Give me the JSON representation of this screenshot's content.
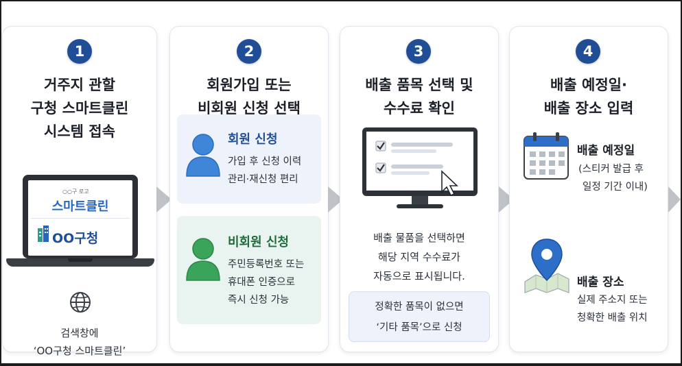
{
  "steps": [
    {
      "number": "1",
      "title": [
        "거주지 관할",
        "구청 스마트클린",
        "시스템 접속"
      ],
      "laptop": {
        "small_logo": "○○구 로고",
        "app_name": "스마트클린",
        "office_name": "OO구청"
      },
      "caption": [
        "검색창에",
        "‘OO구청 스마트클린’"
      ]
    },
    {
      "number": "2",
      "title": [
        "회원가입 또는",
        "비회원 신청 선택"
      ],
      "member": {
        "heading": "회원 신청",
        "lines": [
          "가입 후 신청 이력",
          "관리·재신청 편리"
        ]
      },
      "guest": {
        "heading": "비회원 신청",
        "lines": [
          "주민등록번호 또는",
          "휴대폰 인증으로",
          "즉시 신청 가능"
        ]
      }
    },
    {
      "number": "3",
      "title": [
        "배출 품목 선택 및",
        "수수료 확인"
      ],
      "description": [
        "배출 물품을 선택하면",
        "해당 지역 수수료가",
        "자동으로 표시됩니다."
      ],
      "note": [
        "정확한 품목이 없으면",
        "‘기타 품목’으로 신청"
      ]
    },
    {
      "number": "4",
      "title": [
        "배출 예정일·",
        "배출 장소 입력"
      ],
      "date": {
        "heading": "배출 예정일",
        "lines": [
          "(스티커 발급 후",
          "일정 기간 이내)"
        ]
      },
      "place": {
        "heading": "배출 장소",
        "lines": [
          "실제 주소지 또는",
          "청확한 배출 위치"
        ]
      }
    }
  ],
  "colors": {
    "badge": "#1f4e96",
    "member_heading": "#1f4e96",
    "guest_heading": "#1e6b3a",
    "accent_blue": "#2466c2",
    "arrow": "#bfc3c8"
  },
  "icons": [
    "laptop-icon",
    "building-icon",
    "globe-icon",
    "person-icon",
    "monitor-checklist-icon",
    "cursor-icon",
    "calendar-icon",
    "map-pin-icon"
  ]
}
